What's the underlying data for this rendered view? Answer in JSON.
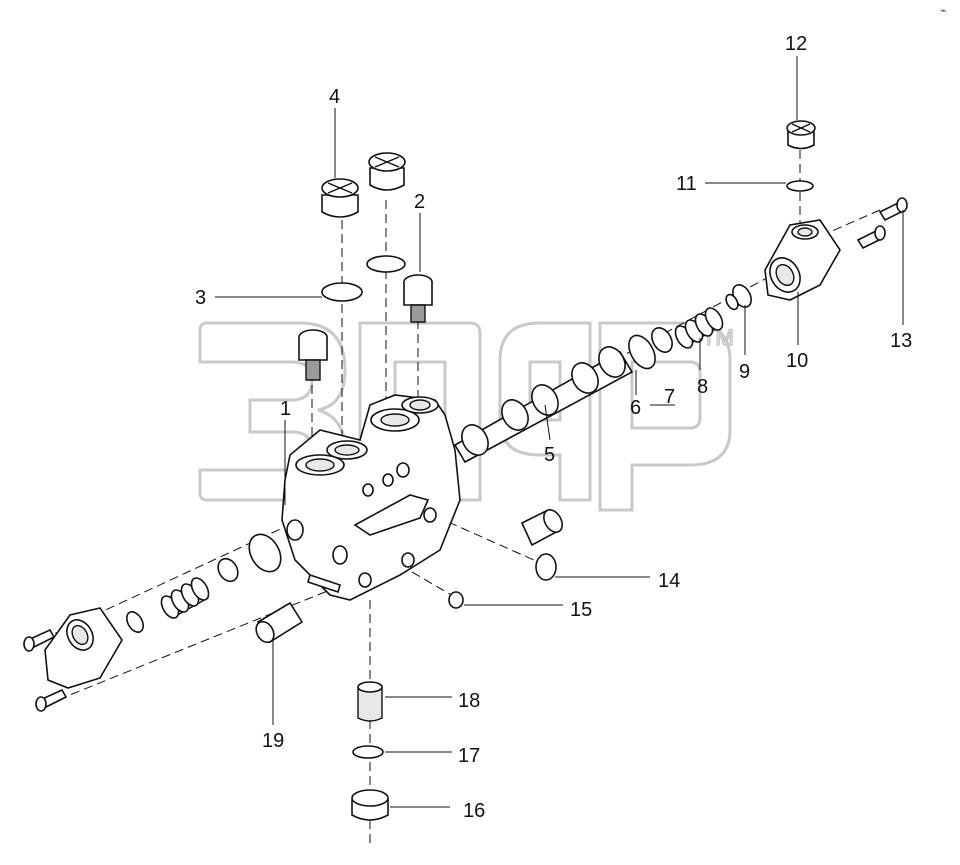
{
  "diagram": {
    "watermark": {
      "text": "эдф",
      "tm": "TM"
    },
    "corner_mark": "⌁",
    "callouts": [
      "1",
      "2",
      "3",
      "4",
      "5",
      "6",
      "7",
      "8",
      "9",
      "10",
      "11",
      "12",
      "13",
      "14",
      "15",
      "16",
      "17",
      "18",
      "19"
    ]
  }
}
